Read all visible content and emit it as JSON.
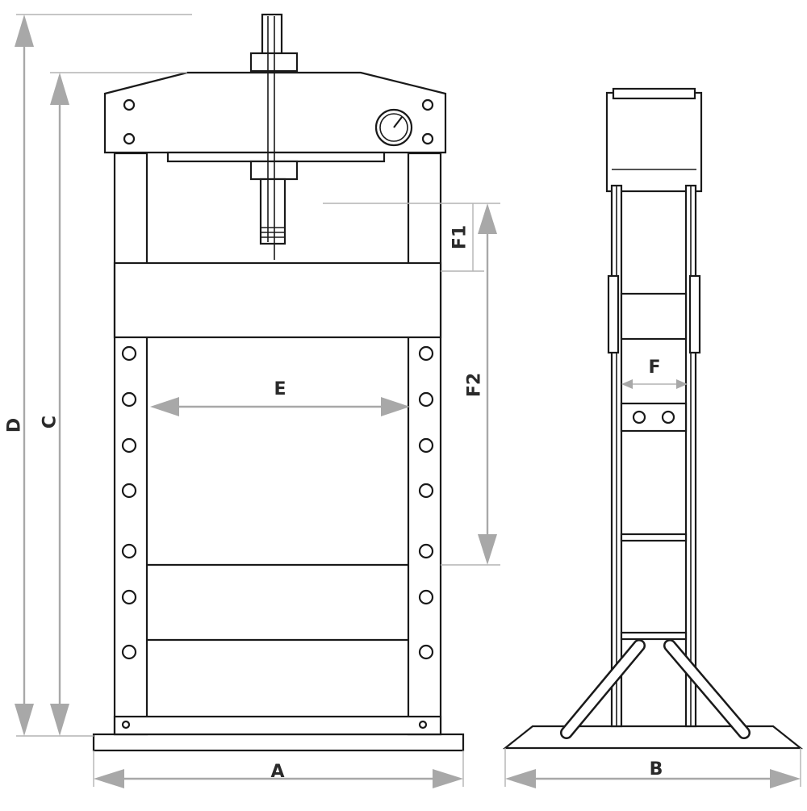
{
  "labels": {
    "A": "A",
    "B": "B",
    "C": "C",
    "D": "D",
    "E": "E",
    "F": "F",
    "F1": "F1",
    "F2": "F2"
  },
  "colors": {
    "line": "#1a1a1a",
    "dimension": "#a8a8a8",
    "background": "#ffffff"
  }
}
